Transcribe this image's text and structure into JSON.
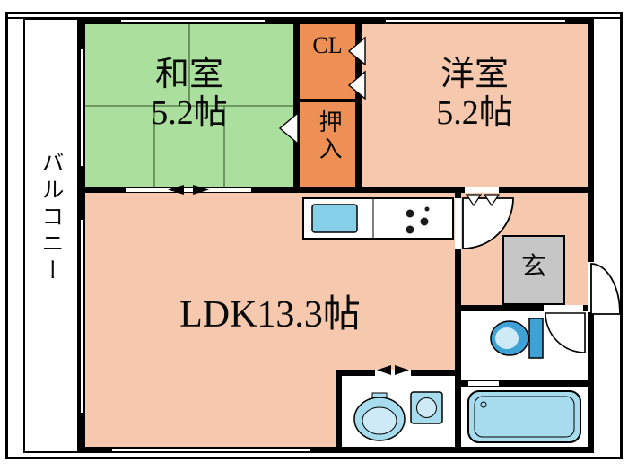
{
  "diagram_type": "japanese-apartment-floor-plan",
  "rooms": {
    "balcony": {
      "label": "バルコニー"
    },
    "japanese_room": {
      "name": "和室",
      "size": "5.2帖"
    },
    "closet": {
      "label": "CL"
    },
    "oshiire": {
      "label": "押入"
    },
    "western_room": {
      "name": "洋室",
      "size": "5.2帖"
    },
    "ldk": {
      "label": "LDK13.3帖"
    },
    "entrance": {
      "label": "玄"
    }
  },
  "fixtures": [
    "kitchen-counter",
    "kitchen-sink",
    "stove-burners",
    "toilet",
    "bathtub",
    "washbasin",
    "washing-machine"
  ],
  "colors": {
    "tatami_green": "#abdf9e",
    "room_pink": "#f6c9ae",
    "closet_orange": "#ee9055",
    "fixture_blue": "#a6dcee",
    "fixture_blue_dark": "#3ea2d6",
    "entrance_gray": "#c6c6c6",
    "wall_black": "#000000"
  }
}
